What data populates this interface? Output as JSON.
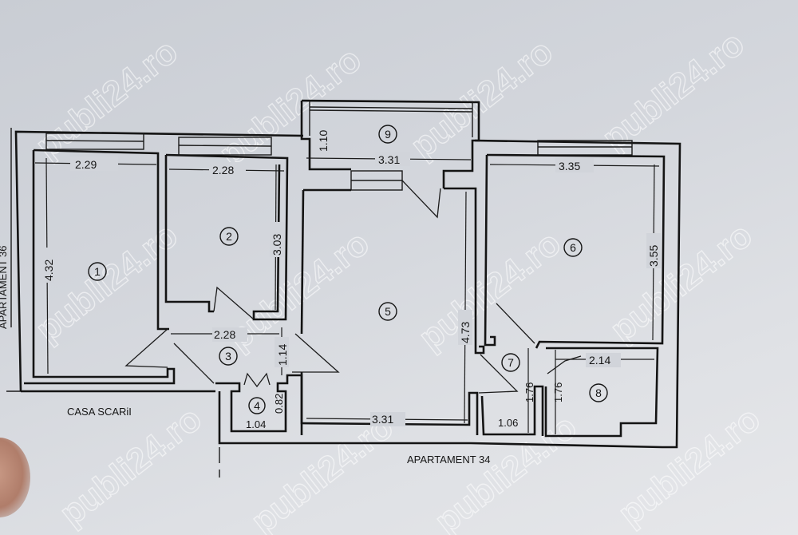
{
  "plan": {
    "labels": {
      "stairwell": "CASA SCARiI",
      "apartment_below": "APARTAMENT 34",
      "apartment_left": "APARTAMENT 36"
    },
    "watermark": "publi24.ro",
    "rooms": [
      {
        "number": "1",
        "width": "2.29",
        "length": "4.32"
      },
      {
        "number": "2",
        "width": "2.28",
        "length": "3.03"
      },
      {
        "number": "3",
        "width": "2.28",
        "length": "1.14"
      },
      {
        "number": "4",
        "width": "1.04",
        "length": "0.82"
      },
      {
        "number": "5",
        "width": "3.31",
        "length": "4.73"
      },
      {
        "number": "6",
        "width": "3.35",
        "length": "3.55"
      },
      {
        "number": "7",
        "width": "1.06",
        "length": "1.76"
      },
      {
        "number": "8",
        "width": "2.14",
        "length": "1.76"
      },
      {
        "number": "9",
        "width": "3.31",
        "length": "1.10"
      }
    ]
  }
}
